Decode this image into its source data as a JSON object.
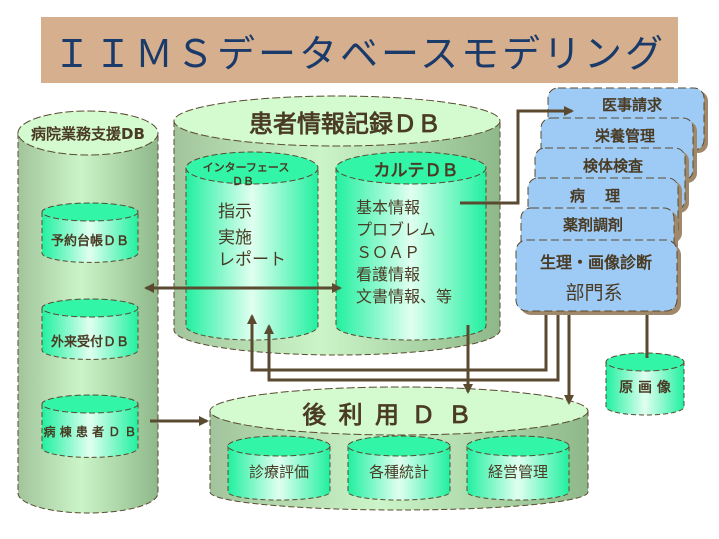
{
  "title": "ＩＩＭＳデータベースモデリング",
  "colors": {
    "title_bg": "#d6b08e",
    "title_text": "#1a3a6a",
    "outer_cylinder": "#a5c9a0",
    "inner_cylinder": "#33f5a8",
    "dept_box": "#9ecbf5",
    "line": "#5a4a30",
    "text": "#4a3b25"
  },
  "left_db": {
    "title": "病院業務支援DB",
    "items": [
      "予約台帳ＤＢ",
      "外来受付ＤＢ",
      "病 棟 患 者 Ｄ Ｂ"
    ]
  },
  "patient_db": {
    "title": "患者情報記録ＤＢ",
    "interface_db": {
      "title_line1": "インターフェース",
      "title_line2": "ＤＢ",
      "lines": [
        "指示",
        "実施",
        "レポート"
      ]
    },
    "karte_db": {
      "title": "カルテＤＢ",
      "lines": [
        "基本情報",
        "プロブレム",
        "ＳＯＡＰ",
        "看護情報",
        "文書情報、等"
      ]
    }
  },
  "departments": {
    "cards": [
      "医事請求",
      "栄養管理",
      "検体検査",
      "病　 理",
      "薬剤調剤"
    ],
    "front_title": "生理・画像診断",
    "front_subtitle": "部門系"
  },
  "original_image_db": "原 画 像",
  "reuse_db": {
    "title": "後 利 用 Ｄ Ｂ",
    "items": [
      "診療評価",
      "各種統計",
      "経営管理"
    ]
  }
}
